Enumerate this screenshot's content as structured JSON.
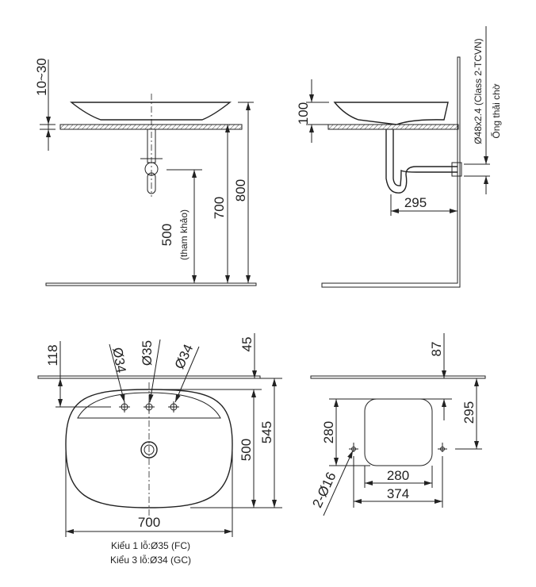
{
  "side_view": {
    "dim_gap": "10~30",
    "dim_drain_height": "500",
    "dim_drain_note": "(tham khảo)",
    "dim_counter_height": "700",
    "dim_rim_height": "800"
  },
  "rear_view": {
    "dim_basin_height": "100",
    "dim_trap_to_wall": "295",
    "pipe_spec": "Ø48x2.4 (Class 2-TCVN)",
    "pipe_label": "Ống thải chờ"
  },
  "top_view": {
    "dim_hole_offset": "118",
    "hole_left": "Ø34",
    "hole_center": "Ø35",
    "hole_right": "Ø34",
    "dim_back_gap": "45",
    "dim_depth": "500",
    "dim_total_depth": "545",
    "dim_width": "700",
    "note_1": "Kiểu 1 lỗ:Ø35 (FC)",
    "note_3": "Kiểu 3 lỗ:Ø34 (GC)"
  },
  "cutout_view": {
    "dim_back": "87",
    "dim_screw_depth": "295",
    "dim_cut_depth": "280",
    "dim_cut_width": "280",
    "dim_screw_span": "374",
    "screw_holes": "2-Ø16"
  }
}
